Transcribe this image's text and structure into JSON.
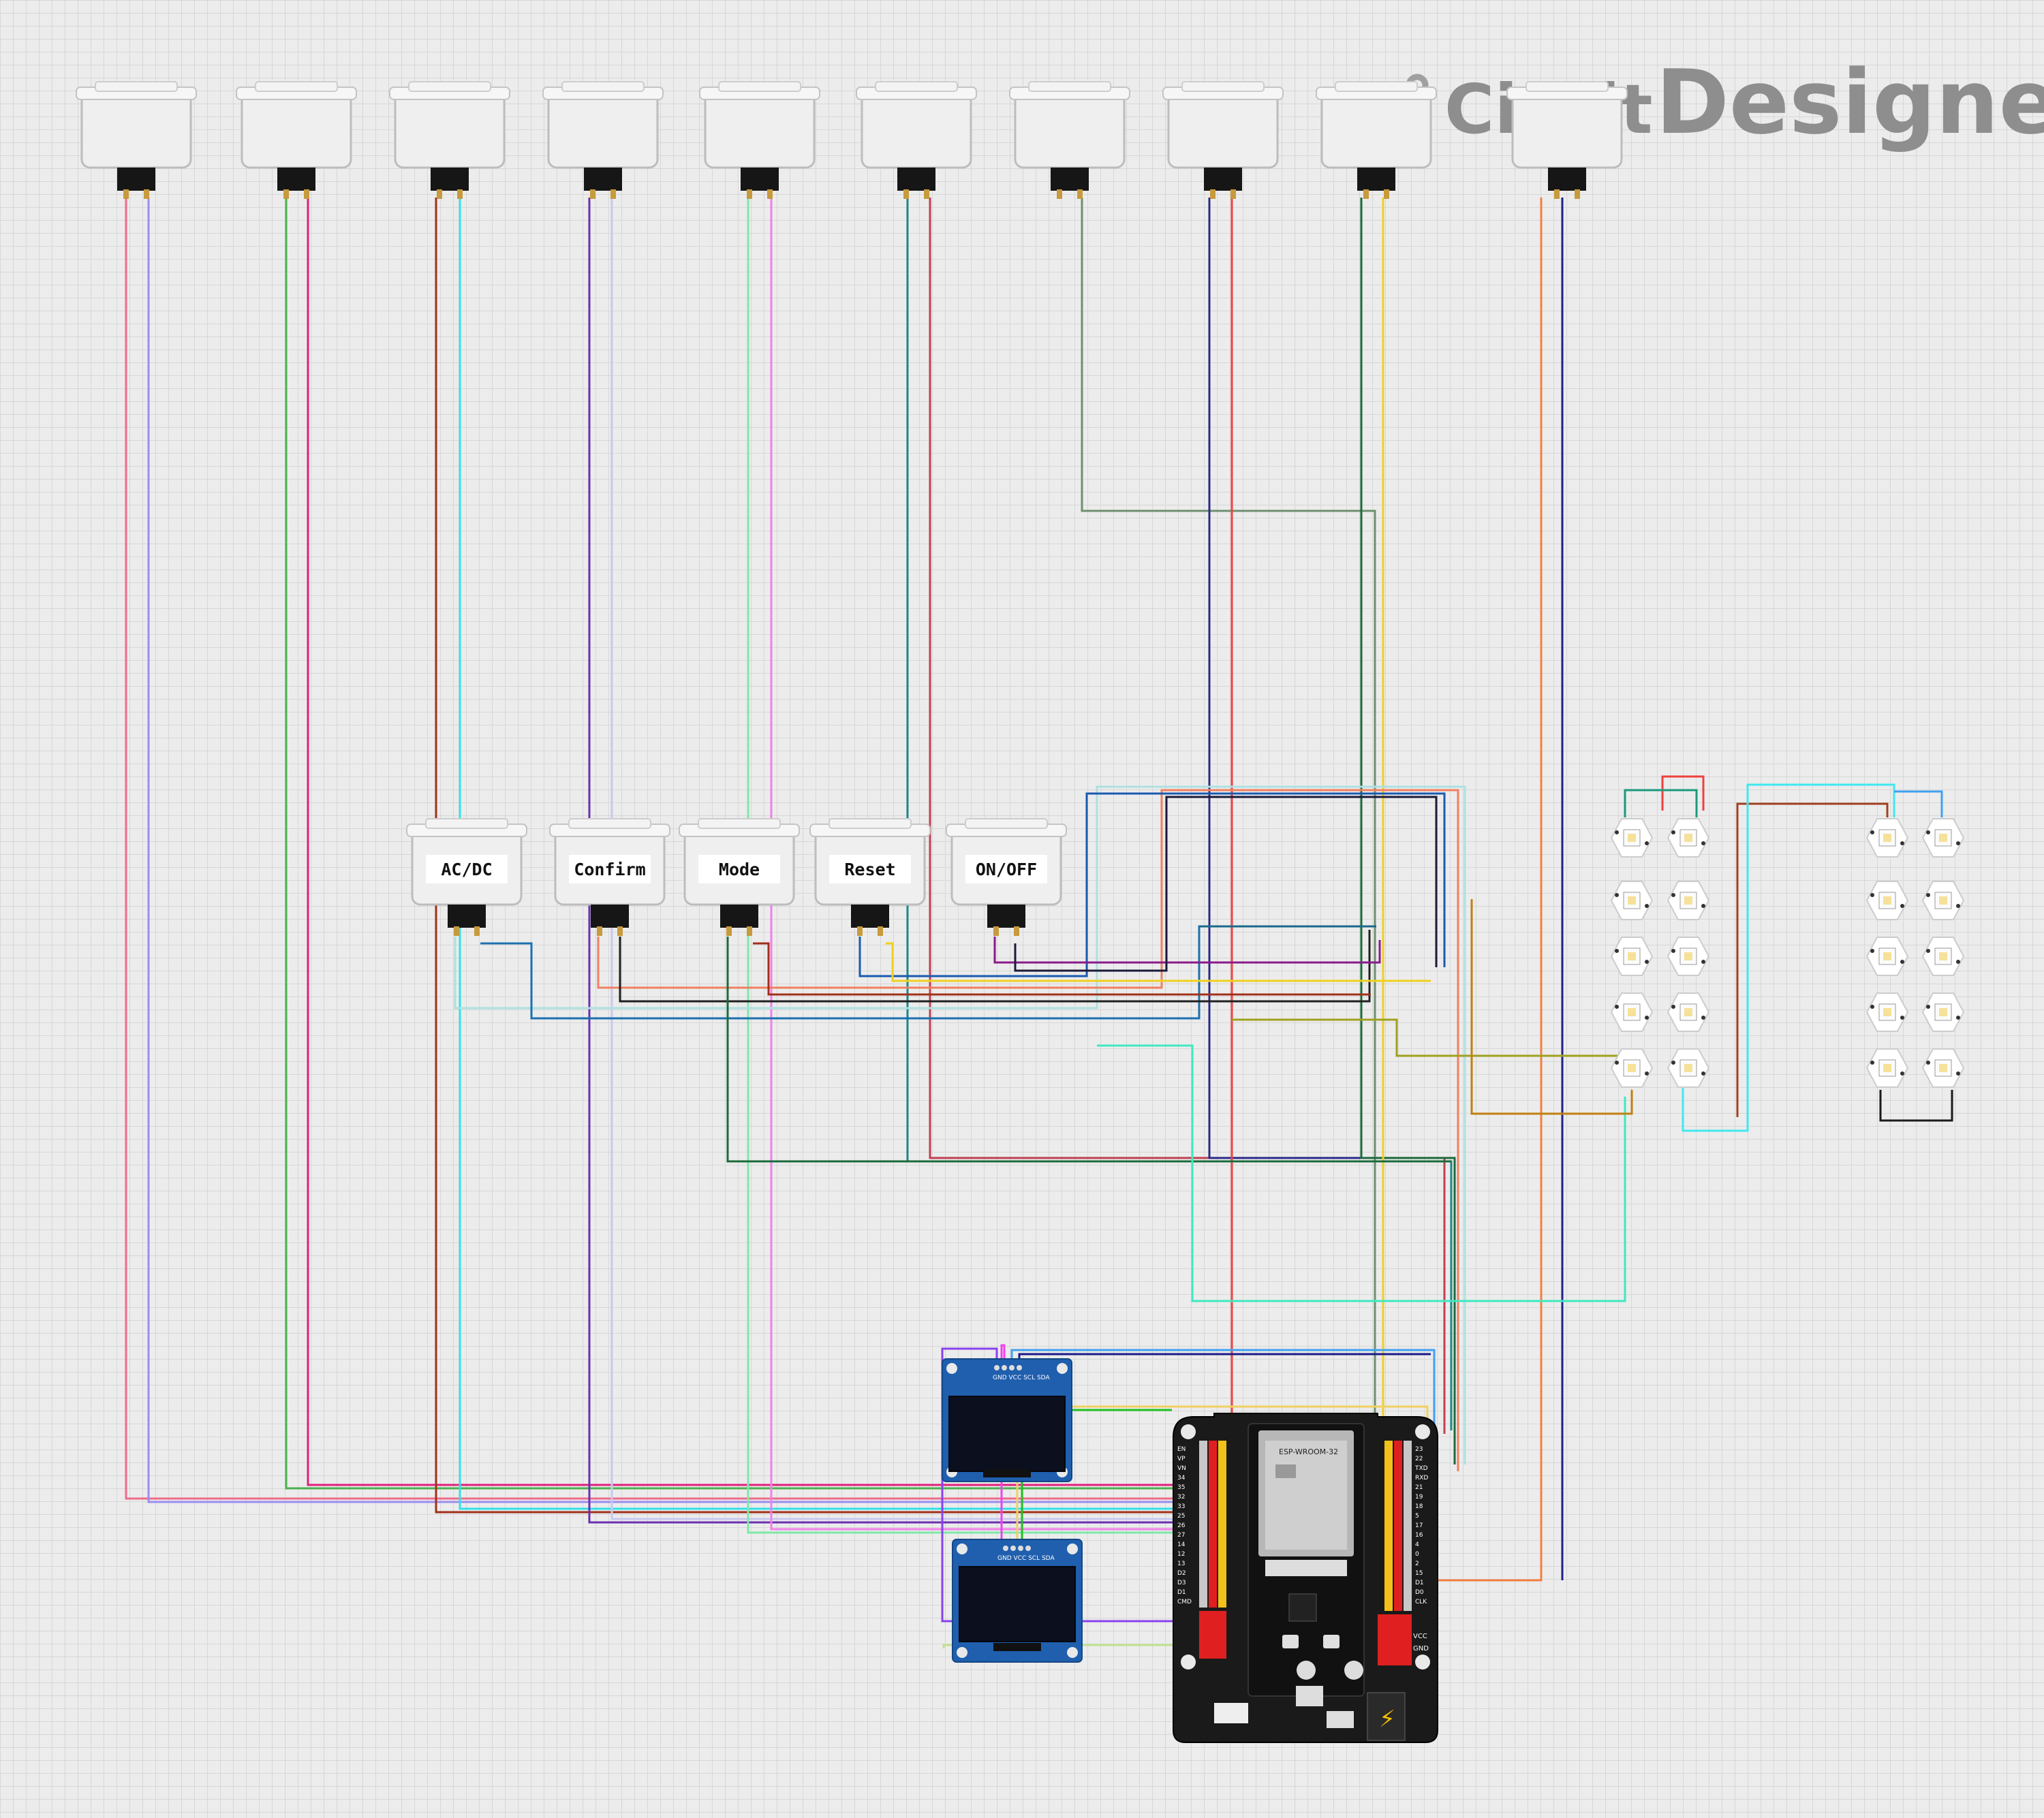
{
  "app": {
    "watermark_brand": "Cirkit",
    "watermark_product": "Designer"
  },
  "panel_buttons": [
    {
      "label": "AC/DC"
    },
    {
      "label": "Confirm"
    },
    {
      "label": "Mode"
    },
    {
      "label": "Reset"
    },
    {
      "label": "ON/OFF"
    }
  ],
  "arcade_button_count": 10,
  "led_matrix": {
    "columns": 4,
    "rows": 5
  },
  "oled_displays": [
    {
      "pin_labels": "GND VCC SCL SDA"
    },
    {
      "pin_labels": "GND VCC SCL SDA"
    }
  ],
  "esp32_board": {
    "module_text": "ESP-WROOM-32",
    "left_pins": [
      "EN",
      "VP",
      "VN",
      "34",
      "35",
      "32",
      "33",
      "25",
      "26",
      "27",
      "14",
      "12",
      "13",
      "D2",
      "D3",
      "D1",
      "CMD"
    ],
    "right_pins": [
      "23",
      "22",
      "TXD",
      "RXD",
      "21",
      "19",
      "18",
      "5",
      "17",
      "16",
      "4",
      "0",
      "2",
      "15",
      "D1",
      "D0",
      "CLK"
    ],
    "bottom_pins": [
      "VCC",
      "GND"
    ]
  },
  "colors": {
    "button_body": "#f2f2f2",
    "button_edge": "#bdbdbd",
    "pcb_black": "#1a1a1a",
    "oled_blue": "#1f5fae"
  }
}
